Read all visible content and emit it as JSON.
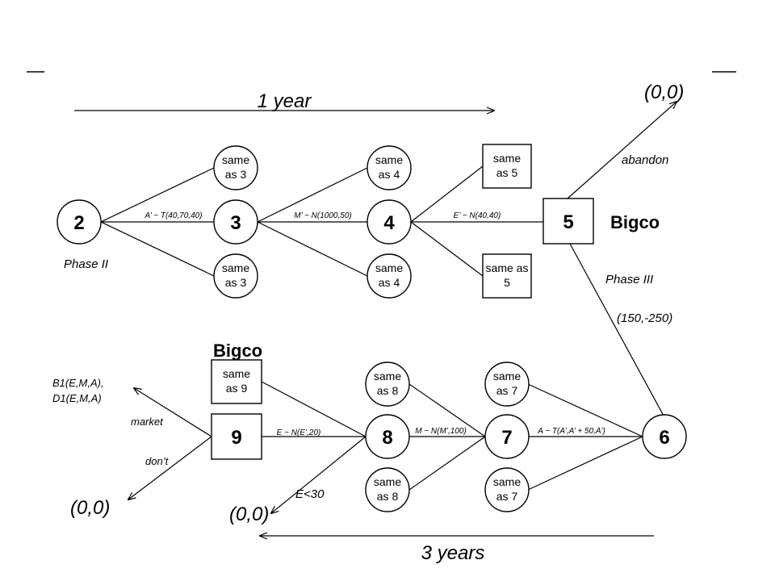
{
  "timeline": {
    "top_label": "1 year",
    "bottom_label": "3 years"
  },
  "nodes": {
    "n2": "2",
    "n3": "3",
    "n4": "4",
    "n5": "5",
    "n6": "6",
    "n7": "7",
    "n8": "8",
    "n9": "9",
    "same_as_3_top": [
      "same",
      "as 3"
    ],
    "same_as_3_bottom": [
      "same",
      "as 3"
    ],
    "same_as_4_top": [
      "same",
      "as 4"
    ],
    "same_as_4_bottom": [
      "same",
      "as 4"
    ],
    "same_as_5_top": [
      "same",
      "as 5"
    ],
    "same_as_5_bottom": [
      "same as",
      "5"
    ],
    "same_as_7_top": [
      "same",
      "as 7"
    ],
    "same_as_7_bottom": [
      "same",
      "as 7"
    ],
    "same_as_8_top": [
      "same",
      "as 8"
    ],
    "same_as_8_bottom": [
      "same",
      "as 8"
    ],
    "same_as_9": [
      "same",
      "as 9"
    ]
  },
  "edge_labels": {
    "e2_3": "A’ ~ T(40,70,40)",
    "e3_4": "M’ ~ N(1000,50)",
    "e4_5": "E’ ~ N(40,40)",
    "e6_7": "A ~ T(A’,A’ + 50,A’)",
    "e7_8": "M ~ N(M’,100)",
    "e8_9": "E ~ N(E’,20)",
    "abandon": "abandon",
    "phase3": "Phase III",
    "market": "market",
    "dont": "don’t",
    "e_lt_30": "E<30"
  },
  "annotations": {
    "phase2": "Phase II",
    "bigco_top": "Bigco",
    "bigco_bottom": "Bigco",
    "payoff_abandon": "(0,0)",
    "payoff_phase3": "(150,-250)",
    "payoff_dont": "(0,0)",
    "payoff_e30": "(0,0)",
    "market_outcome": [
      "B1(E,M,A),",
      "D1(E,M,A)"
    ]
  }
}
